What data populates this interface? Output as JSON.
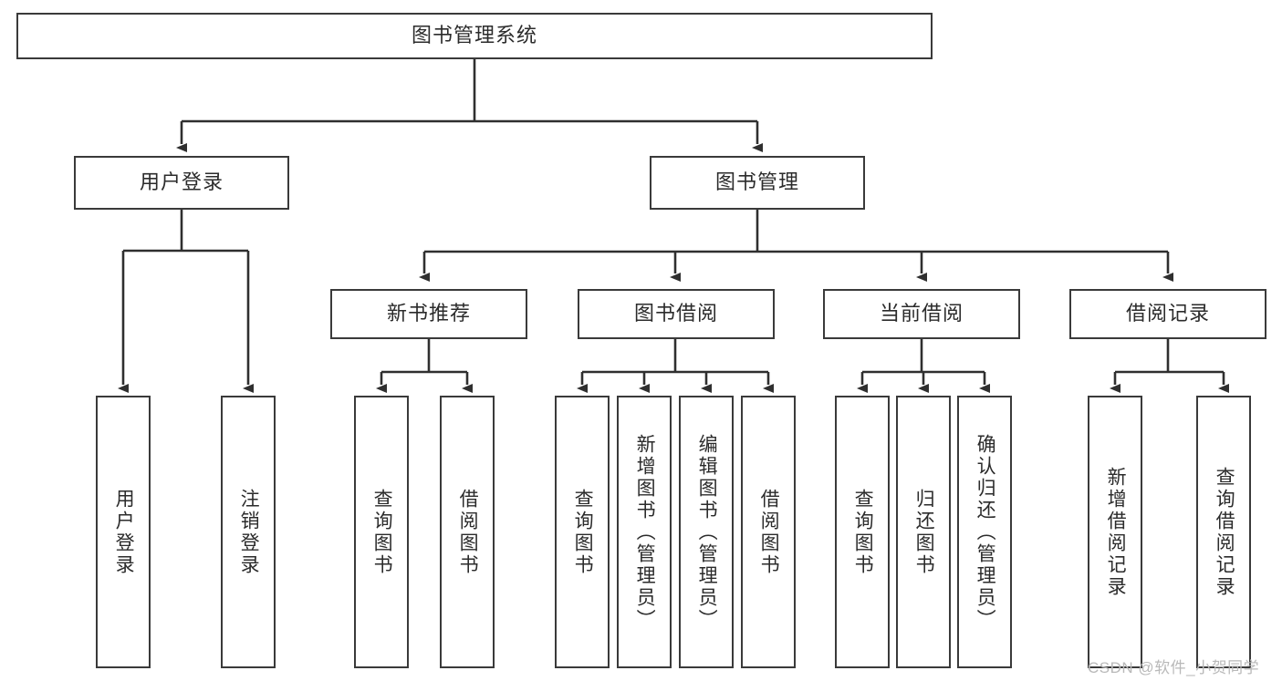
{
  "diagram": {
    "title": "图书管理系统",
    "type": "tree-hierarchy-diagram",
    "colors": {
      "box_border": "#3a3a3a",
      "box_fill": "#ffffff",
      "connector": "#2f2f2f",
      "text": "#2b2b2b",
      "watermark": "#b9b9b9"
    },
    "root": {
      "label": "图书管理系统"
    },
    "level1": [
      {
        "label": "用户登录"
      },
      {
        "label": "图书管理"
      }
    ],
    "level2": [
      {
        "label": "新书推荐"
      },
      {
        "label": "图书借阅"
      },
      {
        "label": "当前借阅"
      },
      {
        "label": "借阅记录"
      }
    ],
    "leaves": {
      "user_login": [
        {
          "label": "用户登录"
        },
        {
          "label": "注销登录"
        }
      ],
      "new_book_recommend": [
        {
          "label": "查询图书"
        },
        {
          "label": "借阅图书"
        }
      ],
      "book_borrow": [
        {
          "label": "查询图书"
        },
        {
          "label": "新增图书（管理员）"
        },
        {
          "label": "编辑图书（管理员）"
        },
        {
          "label": "借阅图书"
        }
      ],
      "current_borrow": [
        {
          "label": "查询图书"
        },
        {
          "label": "归还图书"
        },
        {
          "label": "确认归还（管理员）"
        }
      ],
      "borrow_record": [
        {
          "label": "新增借阅记录"
        },
        {
          "label": "查询借阅记录"
        }
      ]
    },
    "watermark": "CSDN @软件_小贺同学"
  }
}
